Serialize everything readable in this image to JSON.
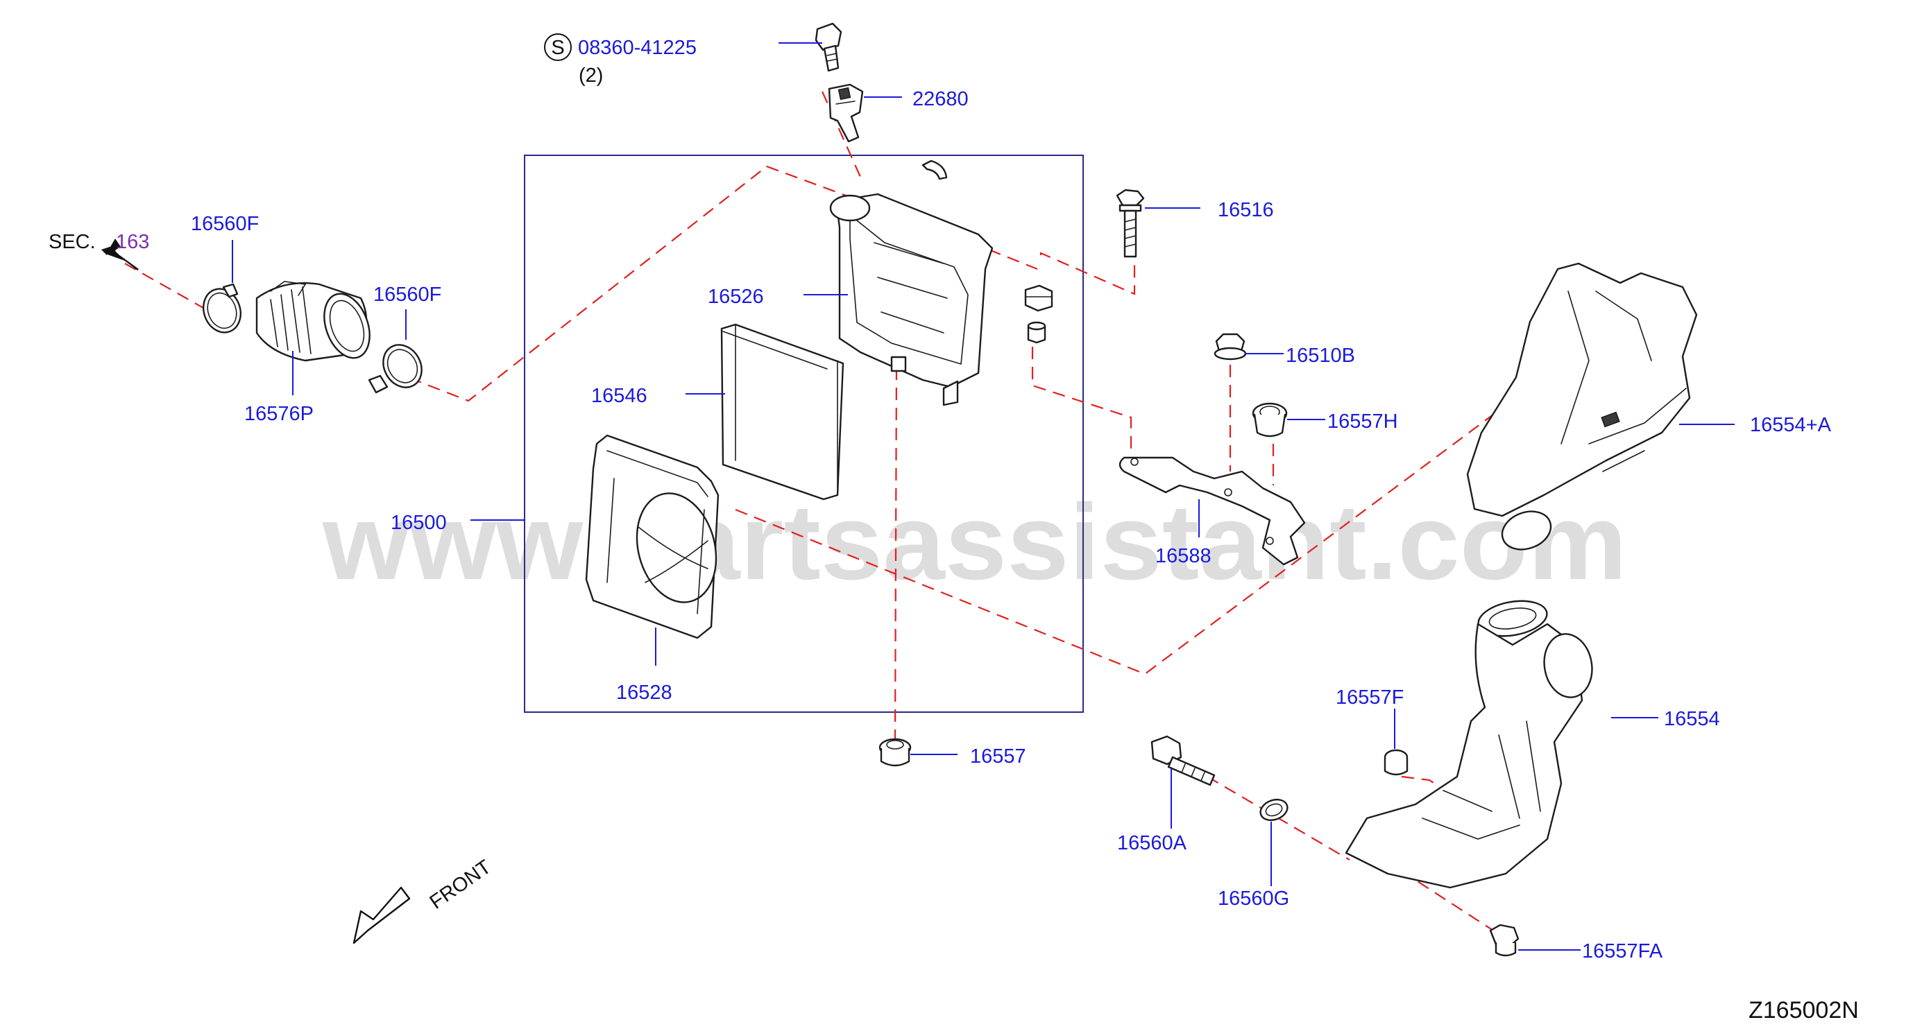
{
  "diagram_code": "Z165002N",
  "watermark": "www.partsassistant.com",
  "section_ref": {
    "prefix": "SEC.",
    "number": "163"
  },
  "standard_part": {
    "symbol": "S",
    "number": "08360-41225",
    "quantity": "(2)"
  },
  "front_label": "FRONT",
  "parts": {
    "p22680": "22680",
    "p16516": "16516",
    "p16560F_a": "16560F",
    "p16560F_b": "16560F",
    "p16576P": "16576P",
    "p16526": "16526",
    "p16546": "16546",
    "p16500": "16500",
    "p16528": "16528",
    "p16557": "16557",
    "p16510B": "16510B",
    "p16557H": "16557H",
    "p16588": "16588",
    "p16554A": "16554+A",
    "p16554": "16554",
    "p16557F": "16557F",
    "p16560A": "16560A",
    "p16560G": "16560G",
    "p16557FA": "16557FA"
  }
}
